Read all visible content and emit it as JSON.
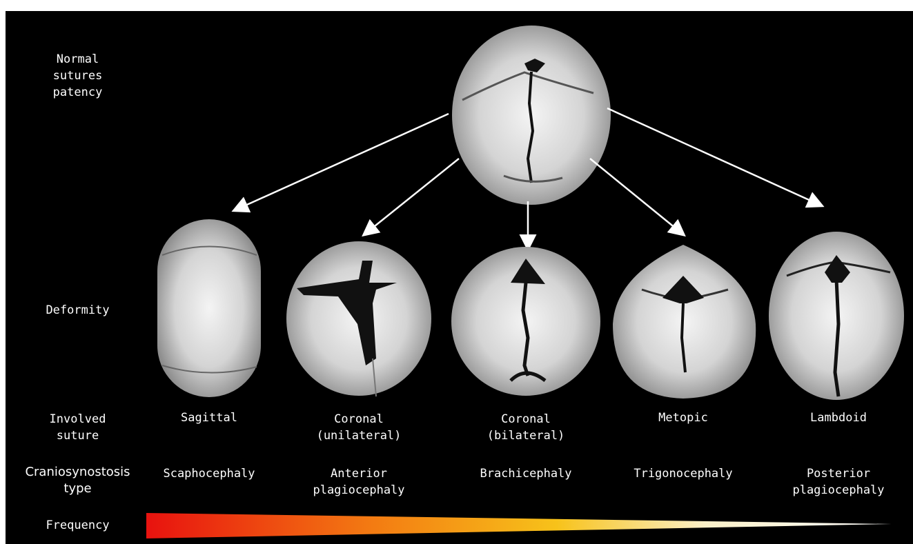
{
  "row_labels": {
    "normal": "Normal\nsutures\npatency",
    "deformity": "Deformity",
    "suture": "Involved\nsuture",
    "type": "Craniosynostosis\ntype",
    "frequency": "Frequency"
  },
  "columns": [
    {
      "suture": "Sagittal",
      "type": "Scaphocephaly"
    },
    {
      "suture": "Coronal\n(unilateral)",
      "type": "Anterior\nplagiocephaly"
    },
    {
      "suture": "Coronal\n(bilateral)",
      "type": "Brachicephaly"
    },
    {
      "suture": "Metopic",
      "type": "Trigonocephaly"
    },
    {
      "suture": "Lambdoid",
      "type": "Posterior\nplagiocephaly"
    }
  ],
  "frequency_gradient": {
    "high_color": "#e8120f",
    "mid_color": "#f7c21a",
    "low_color": "#ffffff"
  },
  "colors": {
    "background": "#000000",
    "skull": "#d6d6d6",
    "arrow": "#ffffff"
  }
}
